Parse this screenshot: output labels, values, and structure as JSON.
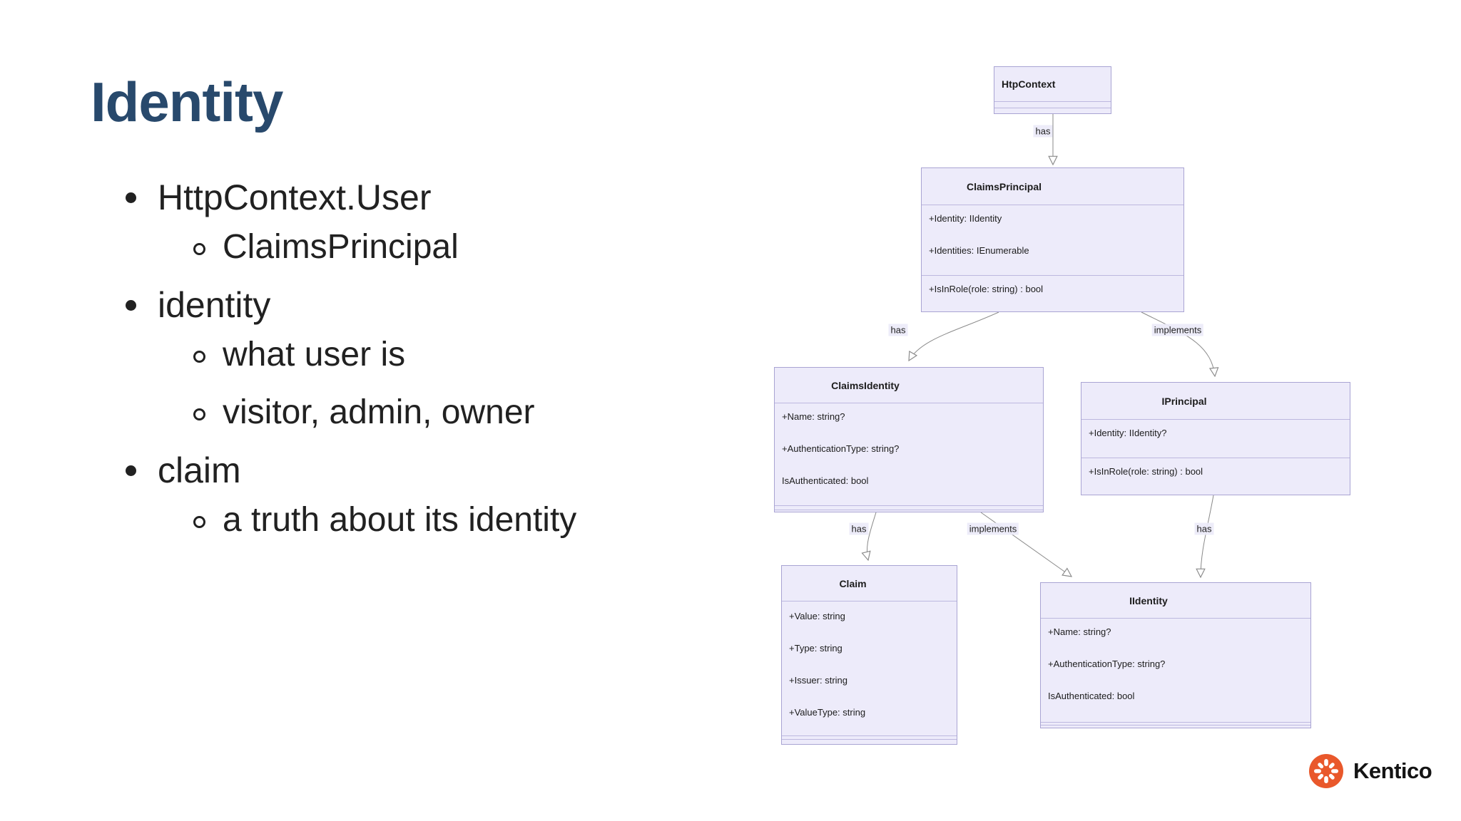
{
  "slide": {
    "title": "Identity",
    "bullets": [
      {
        "level": 1,
        "text": "HttpContext.User"
      },
      {
        "level": 2,
        "text": "ClaimsPrincipal"
      },
      {
        "level": 1,
        "text": "identity"
      },
      {
        "level": 2,
        "text": "what user is"
      },
      {
        "level": 2,
        "text": "visitor, admin, owner"
      },
      {
        "level": 1,
        "text": "claim"
      },
      {
        "level": 2,
        "text": "a truth about its identity"
      }
    ]
  },
  "diagram": {
    "classes": [
      {
        "name": "HtpContext",
        "attributes": [],
        "methods": []
      },
      {
        "name": "ClaimsPrincipal",
        "attributes": [
          "+Identity: IIdentity",
          "+Identities: IEnumerable"
        ],
        "methods": [
          "+IsInRole(role: string) : bool"
        ]
      },
      {
        "name": "ClaimsIdentity",
        "attributes": [
          "+Name: string?",
          "+AuthenticationType: string?",
          "IsAuthenticated: bool"
        ],
        "methods": []
      },
      {
        "name": "IPrincipal",
        "attributes": [
          "+Identity: IIdentity?"
        ],
        "methods": [
          "+IsInRole(role: string) : bool"
        ]
      },
      {
        "name": "Claim",
        "attributes": [
          "+Value: string",
          "+Type: string",
          "+Issuer: string",
          "+ValueType: string"
        ],
        "methods": []
      },
      {
        "name": "IIdentity",
        "attributes": [
          "+Name: string?",
          "+AuthenticationType: string?",
          "IsAuthenticated: bool"
        ],
        "methods": []
      }
    ],
    "edges": [
      {
        "from": "HtpContext",
        "to": "ClaimsPrincipal",
        "label": "has"
      },
      {
        "from": "ClaimsPrincipal",
        "to": "ClaimsIdentity",
        "label": "has"
      },
      {
        "from": "ClaimsPrincipal",
        "to": "IPrincipal",
        "label": "implements"
      },
      {
        "from": "ClaimsIdentity",
        "to": "Claim",
        "label": "has"
      },
      {
        "from": "ClaimsIdentity",
        "to": "IIdentity",
        "label": "implements"
      },
      {
        "from": "IPrincipal",
        "to": "IIdentity",
        "label": "has"
      }
    ]
  },
  "footer": {
    "brand": "Kentico"
  },
  "colors": {
    "title_text": "#28496C",
    "body_text": "#212121",
    "box_fill": "#EDEBFA",
    "box_border": "#A9A4D3",
    "box_divider": "#BDB8DF",
    "edge": "#8a8a8a",
    "brand_orange": "#E9582B",
    "brand_text": "#141414"
  }
}
